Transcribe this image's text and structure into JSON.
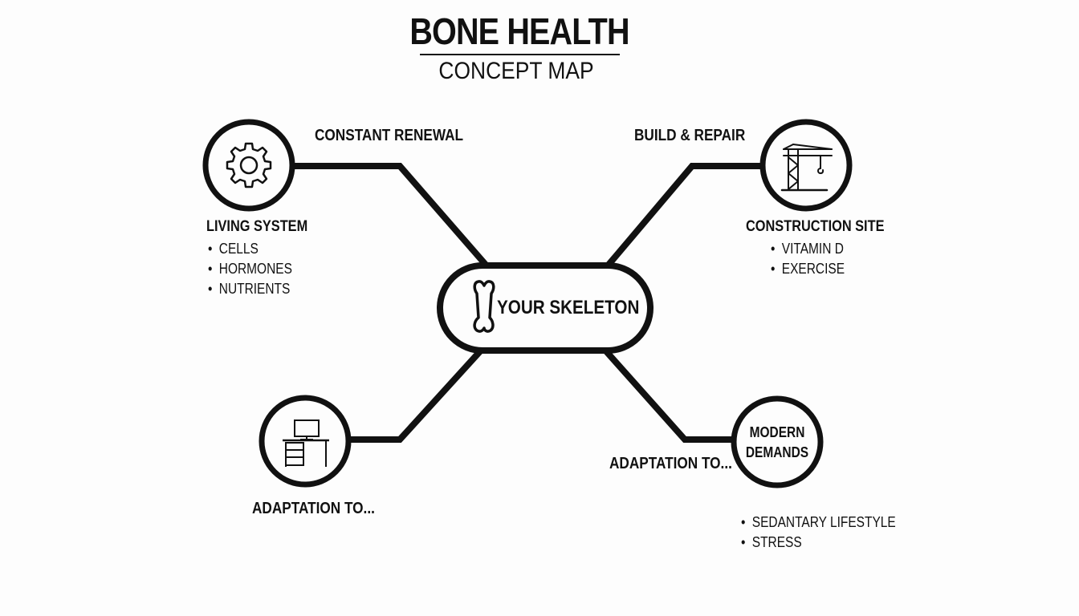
{
  "title": "BONE HEALTH",
  "subtitle": "CONCEPT MAP",
  "center": {
    "label": "YOUR SKELETON",
    "icon": "bone-icon"
  },
  "branches": {
    "top_left": {
      "icon": "gear-icon",
      "label": "CONSTANT RENEWAL",
      "heading": "LIVING SYSTEM",
      "items": [
        "CELLS",
        "HORMONES",
        "NUTRIENTS"
      ]
    },
    "top_right": {
      "icon": "crane-icon",
      "label": "BUILD & REPAIR",
      "heading": "CONSTRUCTION SITE",
      "items": [
        "VITAMIN D",
        "EXERCISE"
      ]
    },
    "bottom_left": {
      "icon": "desk-computer-icon",
      "label": "ADAPTATION TO..."
    },
    "bottom_right": {
      "circle_text": [
        "MODERN",
        "DEMANDS"
      ],
      "label": "ADAPTATION TO...",
      "items": [
        "SEDANTARY LIFESTYLE",
        "STRESS"
      ]
    }
  },
  "colors": {
    "stroke": "#111111",
    "background": "#fdfdfd"
  }
}
